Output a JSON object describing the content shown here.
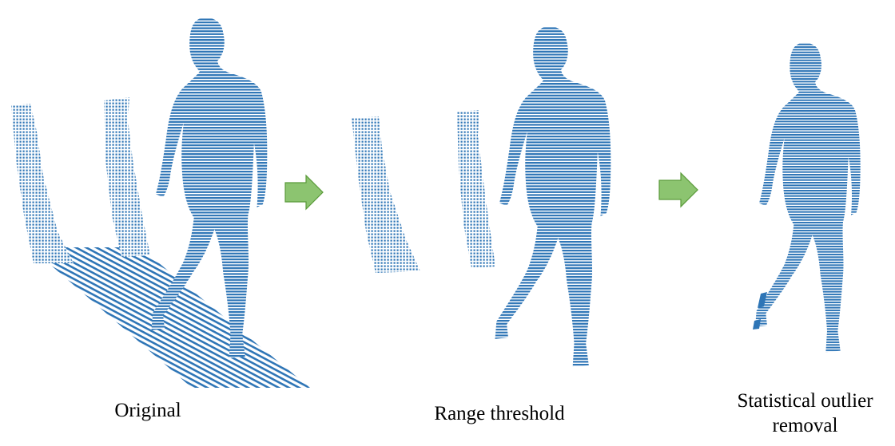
{
  "panels": [
    {
      "id": "original",
      "label": "Original"
    },
    {
      "id": "range-threshold",
      "label": "Range threshold"
    },
    {
      "id": "statistical-outlier-removal",
      "label_lines": [
        "Statistical outlier",
        "removal"
      ]
    }
  ],
  "colors": {
    "point_cloud": "#2e75b6",
    "arrow_fill": "#8cc470",
    "arrow_stroke": "#5a9a3a",
    "background": "#ffffff"
  },
  "icons": [
    "right-arrow-icon",
    "right-arrow-icon"
  ]
}
